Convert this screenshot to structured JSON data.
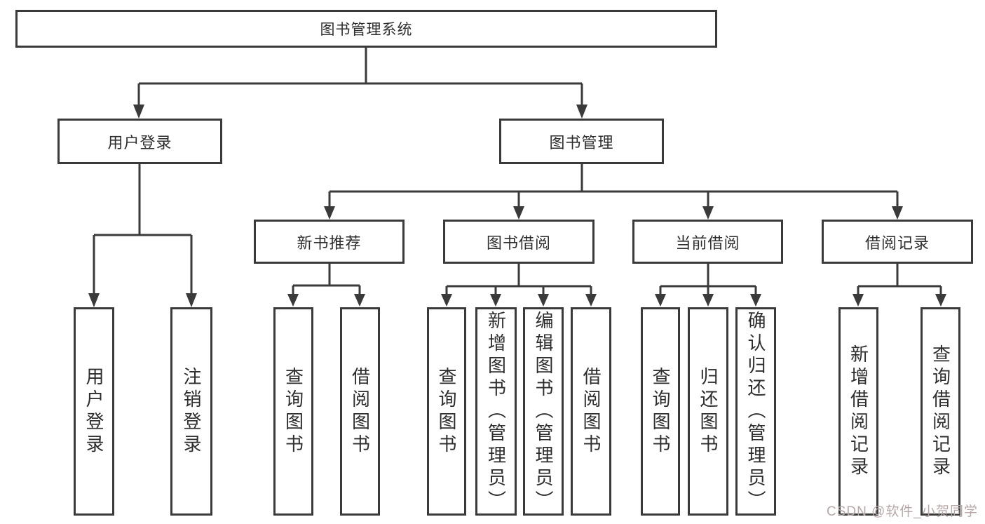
{
  "diagram": {
    "root": {
      "label": "图书管理系统"
    },
    "branches": [
      {
        "label": "用户登录",
        "children": [
          {
            "label": "用户登录"
          },
          {
            "label": "注销登录"
          }
        ]
      },
      {
        "label": "图书管理",
        "children": [
          {
            "label": "新书推荐",
            "children": [
              {
                "label": "查询图书"
              },
              {
                "label": "借阅图书"
              }
            ]
          },
          {
            "label": "图书借阅",
            "children": [
              {
                "label": "查询图书"
              },
              {
                "label": "新增图书（管理员）"
              },
              {
                "label": "编辑图书（管理员）"
              },
              {
                "label": "借阅图书"
              }
            ]
          },
          {
            "label": "当前借阅",
            "children": [
              {
                "label": "查询图书"
              },
              {
                "label": "归还图书"
              },
              {
                "label": "确认归还（管理员）"
              }
            ]
          },
          {
            "label": "借阅记录",
            "children": [
              {
                "label": "新增借阅记录"
              },
              {
                "label": "查询借阅记录"
              }
            ]
          }
        ]
      }
    ]
  },
  "watermark": {
    "text": "CSDN @软件_小贺同学"
  },
  "colors": {
    "line": "#3a3a3a",
    "text": "#2d2d2d",
    "background": "#ffffff",
    "watermark": "#b7a8a8"
  }
}
